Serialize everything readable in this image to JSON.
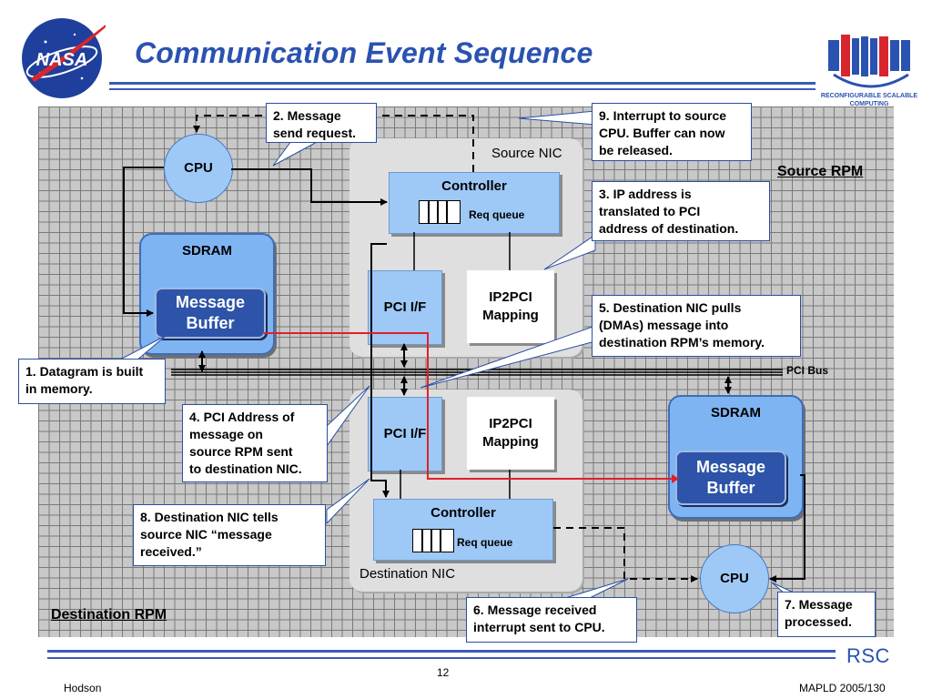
{
  "header": {
    "title": "Communication Event Sequence",
    "nasa_logo_text": "NASA",
    "rcsc_logo_caption": "RECONFIGURABLE SCALABLE COMPUTING"
  },
  "diagram": {
    "source_nic_label": "Source NIC",
    "destination_nic_label": "Destination NIC",
    "source_rpm_label": "Source RPM",
    "destination_rpm_label": "Destination RPM",
    "pci_bus_label": "PCI Bus",
    "cpu_label": "CPU",
    "sdram_label": "SDRAM",
    "message_buffer_line1": "Message",
    "message_buffer_line2": "Buffer",
    "controller_label": "Controller",
    "req_queue_label": "Req queue",
    "pci_if_label": "PCI I/F",
    "ip2pci_line1": "IP2PCI",
    "ip2pci_line2": "Mapping"
  },
  "callouts": {
    "c1": [
      "1. Datagram is built",
      "in memory."
    ],
    "c2": [
      "2. Message",
      "send request."
    ],
    "c3": [
      "3. IP address is",
      "translated to PCI",
      "address of destination."
    ],
    "c4": [
      "4. PCI Address of",
      "message on",
      "source RPM sent",
      "to destination NIC."
    ],
    "c5": [
      "5. Destination NIC pulls",
      "(DMAs) message into",
      "destination RPM’s memory."
    ],
    "c6": [
      "6. Message received",
      "interrupt sent to CPU."
    ],
    "c7": [
      "7. Message",
      "processed."
    ],
    "c8": [
      "8. Destination NIC tells",
      "source NIC “message",
      "received.”"
    ],
    "c9": [
      "9. Interrupt to source",
      "CPU. Buffer can now",
      "be released."
    ]
  },
  "footer": {
    "author": "Hodson",
    "page_number": "12",
    "conference": "MAPLD 2005/130",
    "rsc_mark": "RSC"
  },
  "colors": {
    "title_blue": "#2a52b0",
    "block_blue": "#9ec9f7",
    "buffer_blue": "#2d54a8",
    "data_path_red": "#e0202a"
  }
}
